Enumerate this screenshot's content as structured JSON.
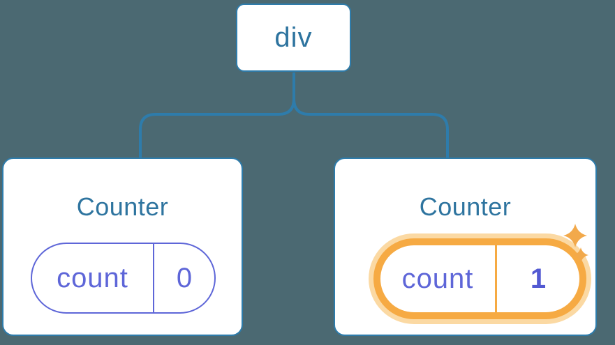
{
  "colors": {
    "background": "#4b6972",
    "line_blue": "#2e7cab",
    "text_blue": "#2e749f",
    "state_purple": "#5e66d8",
    "state_purple_bold": "#5259d2",
    "highlight_orange": "#f6aa43",
    "highlight_glow": "#fbd9a3",
    "sparkle_orange": "#f2a94b"
  },
  "tree": {
    "root": {
      "label": "div"
    },
    "children": [
      {
        "title": "Counter",
        "state": {
          "label": "count",
          "value": "0"
        },
        "highlighted": false
      },
      {
        "title": "Counter",
        "state": {
          "label": "count",
          "value": "1"
        },
        "highlighted": true
      }
    ]
  }
}
